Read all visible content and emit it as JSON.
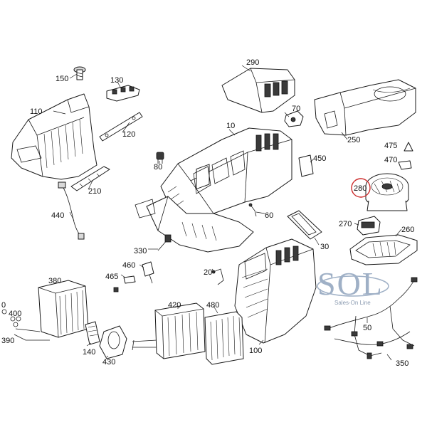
{
  "diagram": {
    "callouts": {
      "c150": "150",
      "c130": "130",
      "c290": "290",
      "c110": "110",
      "c70": "70",
      "c120": "120",
      "c10": "10",
      "c250": "250",
      "c475": "475",
      "c470": "470",
      "c80": "80",
      "c450": "450",
      "c210": "210",
      "c280": "280",
      "c60": "60",
      "c440": "440",
      "c270": "270",
      "c260": "260",
      "c30": "30",
      "c330": "330",
      "c460": "460",
      "c465": "465",
      "c20": "20",
      "c380": "380",
      "c420": "420",
      "c480": "480",
      "c0": "0",
      "c400": "400",
      "c390": "390",
      "c140": "140",
      "c430": "430",
      "c100": "100",
      "c50": "50",
      "c350": "350"
    },
    "highlighted_callout": "c280",
    "highlight_color": "#cc2a2a"
  },
  "watermark": {
    "brand": "SOL",
    "tagline": "Sales-On Line",
    "color": "#9fb0c6"
  }
}
